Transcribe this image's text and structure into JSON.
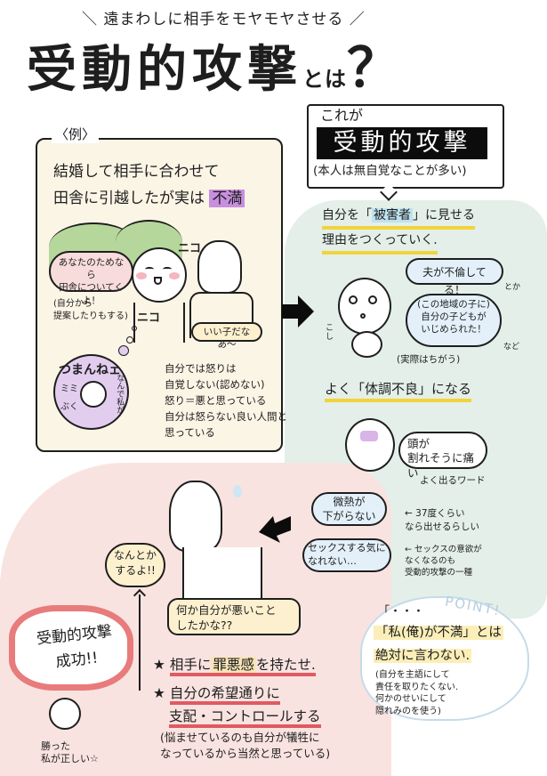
{
  "header": {
    "subtitle": "＼ 遠まわしに相手をモヤモヤさせる ／",
    "title_main": "受動的攻撃",
    "title_small": "とは",
    "title_mark": "？"
  },
  "example": {
    "label": "〈例〉",
    "headline_line1": "結婚して相手に合わせて",
    "headline_line2_pre": "田舎に引越したが実は",
    "headline_highlight": "不満",
    "bubble_wife": "あなたのためなら\n田舎についてくよ！",
    "note_wife": "(自分から\n提案したりもする)",
    "sfx_smile_1": "ニコ",
    "sfx_smile_2": "ニコ",
    "bubble_husband": "いい子だなあ〜",
    "thought_cloud_main": "つまんねェ",
    "thought_cloud_sfx1": "ミミ",
    "thought_cloud_sfx2": "ぶく",
    "thought_cloud_side": "なんで私が",
    "explanation": [
      "自分では怒りは",
      "自覚しない(認めない)",
      "怒り＝悪と思っている",
      "自分は怒らない良い人間と",
      "思っている"
    ],
    "highlight_color": "#c88fde",
    "panel_color": "#fbf5e6"
  },
  "callout": {
    "pre": "これが",
    "term": "受動的攻撃",
    "note": "(本人は無自覚なことが多い)"
  },
  "victim": {
    "line1_pre": "自分を「",
    "line1_highlight": "被害者",
    "line1_post": "」に見せる",
    "line2": "理由をつくっていく.",
    "bubble1": "夫が不倫してる！",
    "bubble1_suffix": "とか",
    "bubble2": "(この地域の子に)\n自分の子どもが\nいじめられた！",
    "bubble2_suffix": "など",
    "sfx_tears": "こ\nし",
    "note": "(実際はちがう)"
  },
  "illness": {
    "heading": "よく「体調不良」になる",
    "bubble_headache": "頭が\n割れそうに痛い",
    "note_headache": "よく出るワード",
    "bubble_fever": "微熱が\n下がらない",
    "note_fever": "← 37度くらい\nなら出せるらしい",
    "bubble_libido": "セックスする気に\nなれない…",
    "note_libido": "← セックスの意欲が\nなくなるのも\n受動的攻撃の一種",
    "wash_color": "#e3efe8"
  },
  "husband_reaction": {
    "bubble_wife": "なんとか\nするよ!!",
    "bubble_husband": "何か自分が悪いこと\nしたかな??"
  },
  "success": {
    "burst": "受動的攻撃\n成功!!",
    "caption": "勝った\n私が正しい☆",
    "burst_color": "#e87b7b"
  },
  "results": {
    "item1_pre": "相手に",
    "item1_highlight": "罪悪感",
    "item1_post": "を持たせ.",
    "item2_line1": "自分の希望通りに",
    "item2_line2": "支配・コントロールする",
    "note": "(悩ませているのも自分が犠牲に\nなっているから当然と思っている)",
    "star": "★",
    "wash_color": "#f9e3e0"
  },
  "point": {
    "label": "POINT!",
    "dots": "「・・・",
    "line1": "「私(俺)が不満」とは",
    "line2": "絶対に言わない.",
    "note": "(自分を主語にして\n責任を取りたくない.\n何かのせいにして\n隠れみのを使う)"
  }
}
